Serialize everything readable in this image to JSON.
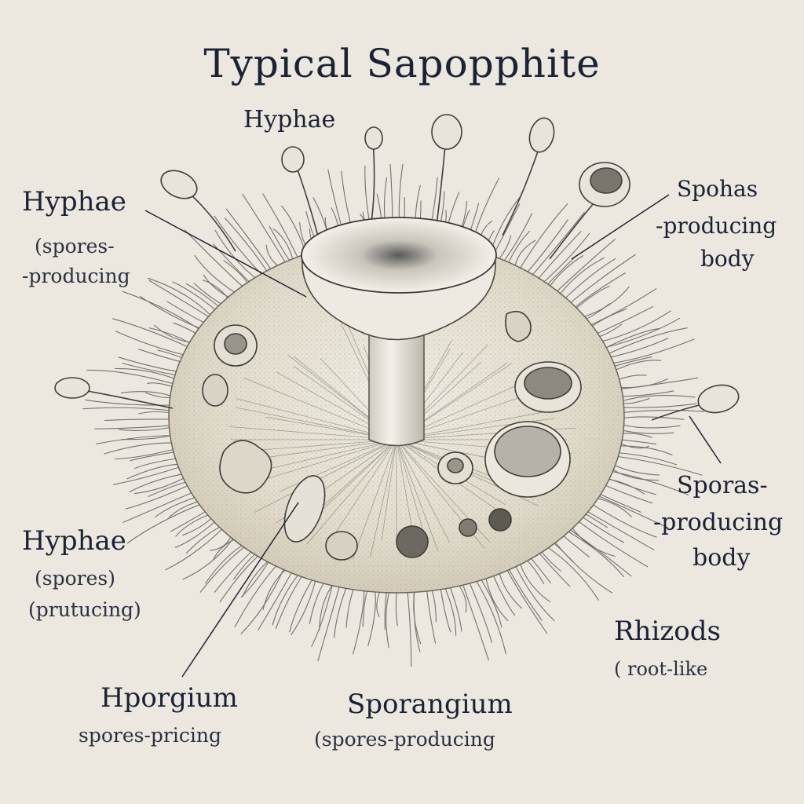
{
  "title": "Typical Sapopphite",
  "labels": {
    "top_hyphae": "Hyphae",
    "left_upper": {
      "name": "Hyphae",
      "line1": "(spores-",
      "line2": "-producing"
    },
    "left_lower": {
      "name": "Hyphae",
      "line1": "(spores)",
      "line2": "(prutucing)"
    },
    "right_upper": {
      "name": "Spohas",
      "line1": "-producing",
      "line2": "body"
    },
    "right_middle": {
      "name": "Sporas-",
      "line1": "-producing",
      "line2": "body"
    },
    "right_lower": {
      "name": "Rhizods",
      "line1": "( root-like"
    },
    "bottom_left": {
      "name": "Hporgium",
      "line1": "spores-pricing"
    },
    "bottom_center": {
      "name": "Sporangium",
      "line1": "(spores-producing"
    }
  },
  "colors": {
    "background": "#ece8df",
    "ink": "#1b2236",
    "body_fill": "#e2dccd"
  }
}
